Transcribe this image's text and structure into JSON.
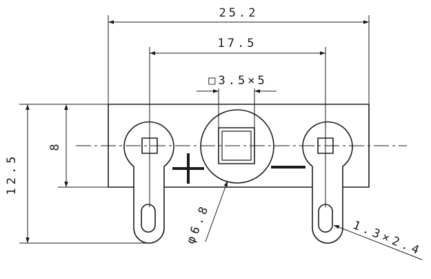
{
  "colors": {
    "ink": "#1a1a1a",
    "paper": "#ffffff"
  },
  "dimensions": {
    "overall_width": "25.2",
    "hole_spacing": "17.5",
    "center_window": "□3.5×5",
    "body_height": "8",
    "total_height": "12.5",
    "center_diameter": "φ6.8",
    "slot_size": "1.3×2.4"
  }
}
